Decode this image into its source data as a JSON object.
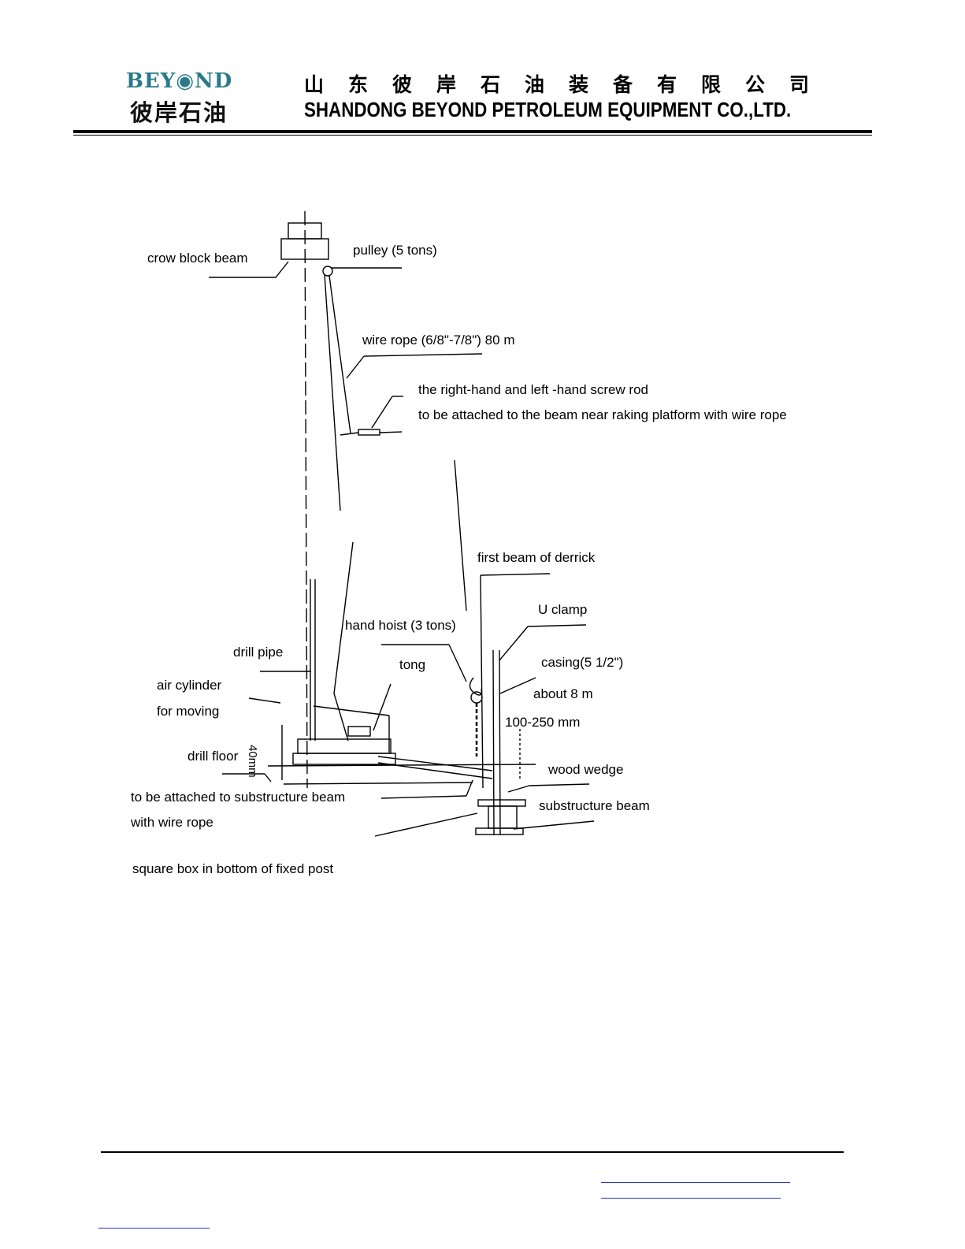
{
  "header": {
    "logo_en": "BEY◉ND",
    "logo_cn": "彼岸石油",
    "company_cn": "山东彼岸石油装备有限公司",
    "company_en": "SHANDONG BEYOND PETROLEUM EQUIPMENT CO.,LTD."
  },
  "colors": {
    "brand_teal": "#2b7a8c",
    "link_blue": "#2233cc"
  },
  "labels": {
    "crow_block_beam": "crow block beam",
    "pulley": "pulley (5 tons)",
    "wire_rope": "wire rope (6/8\"-7/8\") 80 m",
    "screw_rod_1": "the right-hand and left -hand screw rod",
    "screw_rod_2": "to be  attached to the beam near raking platform with wire rope",
    "first_beam": "first beam of derrick",
    "u_clamp": "U clamp",
    "hand_hoist": "hand hoist (3 tons)",
    "drill_pipe": "drill pipe",
    "tong": "tong",
    "casing": "casing(5 1/2\")",
    "air_cylinder_1": "air cylinder",
    "air_cylinder_2": "for moving",
    "about": "about 8 m",
    "gap": "100-250 mm",
    "dim_40": "40mm",
    "drill_floor": "drill floor",
    "wood_wedge": "wood wedge",
    "attach_1": "to be attached to substructure beam",
    "attach_2": "with wire rope",
    "substructure_beam": "substructure beam",
    "square_box": "square box in bottom of fixed post"
  }
}
